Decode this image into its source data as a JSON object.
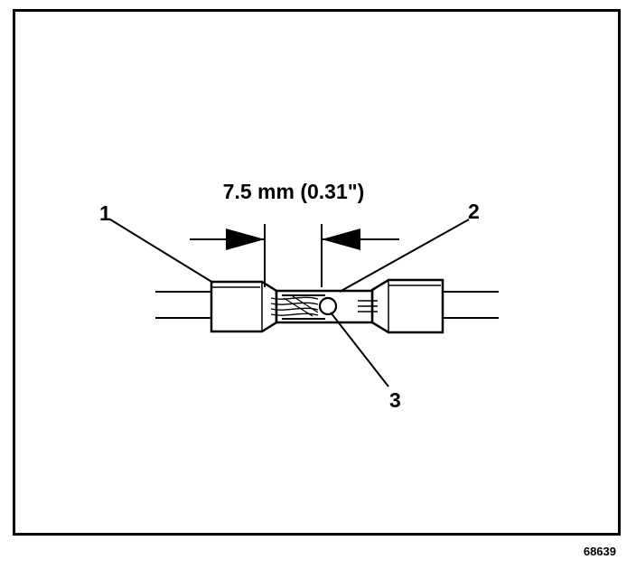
{
  "diagram": {
    "dimension_label": "7.5 mm (0.31\")",
    "callouts": [
      "1",
      "2",
      "3"
    ],
    "figure_id": "68639"
  },
  "colors": {
    "ink": "#000000",
    "paper": "#ffffff"
  }
}
